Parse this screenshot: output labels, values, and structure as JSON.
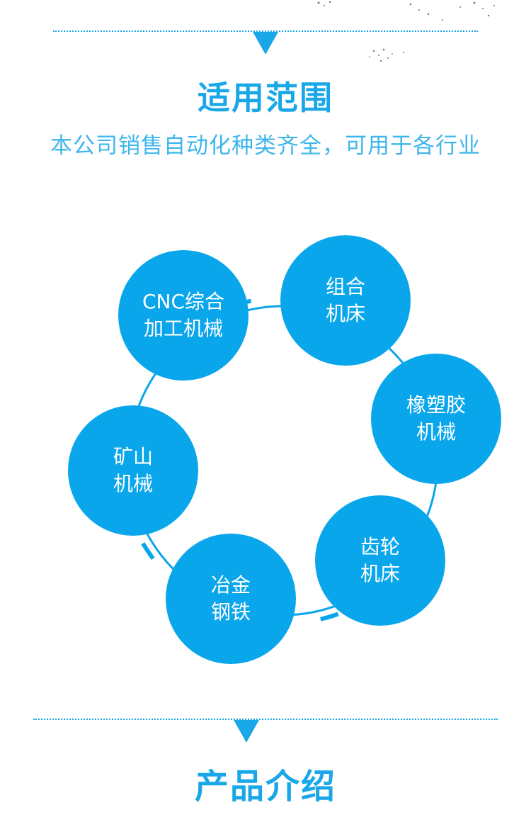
{
  "section1": {
    "title": "适用范围",
    "subtitle": "本公司销售自动化种类齐全，可用于各行业"
  },
  "industries": [
    {
      "line1": "CNC综合",
      "line2": "加工机械"
    },
    {
      "line1": "组合",
      "line2": "机床"
    },
    {
      "line1": "橡塑胶",
      "line2": "机械"
    },
    {
      "line1": "齿轮",
      "line2": "机床"
    },
    {
      "line1": "冶金",
      "line2": "钢铁"
    },
    {
      "line1": "矿山",
      "line2": "机械"
    }
  ],
  "section2": {
    "title": "产品介绍"
  },
  "colors": {
    "accent": "#1aa7e8",
    "circle": "#0aa6ec"
  },
  "icons": [
    "down-triangle-icon",
    "down-triangle-icon"
  ]
}
